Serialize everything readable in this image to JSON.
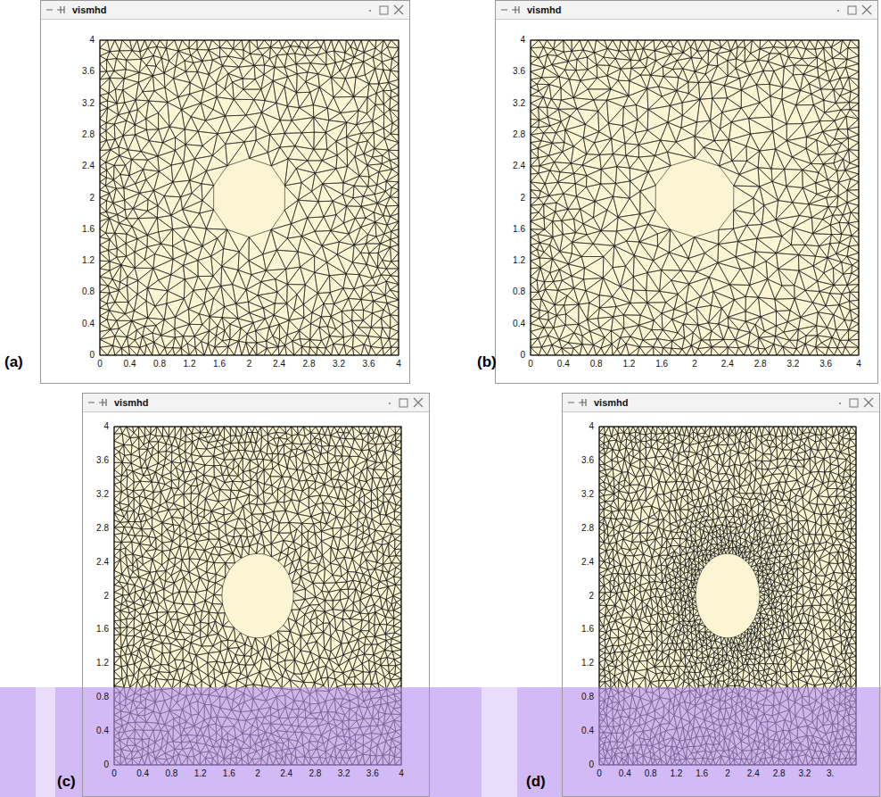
{
  "diagram": {
    "nodes": [
      {
        "text": [
          "vismhd"
        ]
      },
      {
        "text": [
          "vismhd"
        ]
      },
      {
        "text": [
          "vismhd"
        ]
      },
      {
        "text": [
          "vismhd"
        ]
      }
    ],
    "labels": [
      "4",
      "3.6",
      "3.2",
      "2.8",
      "2.4",
      "2",
      "1.6",
      "1.2",
      "0.8",
      "0.4",
      "0",
      "0",
      "0.4",
      "0.8",
      "1.2",
      "1.6",
      "2",
      "2.4",
      "2.8",
      "3.2",
      "3.6",
      "4",
      "(a)",
      "4",
      "3.6",
      "3.2",
      "2.8",
      "2.4",
      "2",
      "1.6",
      "1.2",
      "0.8",
      "0.4",
      "0",
      "0",
      "0.4",
      "0.8",
      "1.2",
      "1.6",
      "2",
      "2.4",
      "2.8",
      "3.2",
      "3.6",
      "4",
      "(b)",
      "4",
      "3.6",
      "3.2",
      "2.8",
      "2.4",
      "2",
      "1.6",
      "1.2",
      "0.8",
      "0.4",
      "0",
      "0",
      "0.4",
      "0.8",
      "1.2",
      "1.6",
      "2",
      "2.4",
      "2.8",
      "3.2",
      "3.6",
      "4",
      "(c)",
      "4",
      "3.6",
      "3.2",
      "2.8",
      "2.4",
      "2",
      "1.6",
      "1.2",
      "0.8",
      "0.4",
      "0",
      "0",
      "0.4",
      "0.8",
      "1.2",
      "1.6",
      "2",
      "2.4",
      "2.8",
      "3.2",
      "3.",
      "(d)"
    ]
  }
}
